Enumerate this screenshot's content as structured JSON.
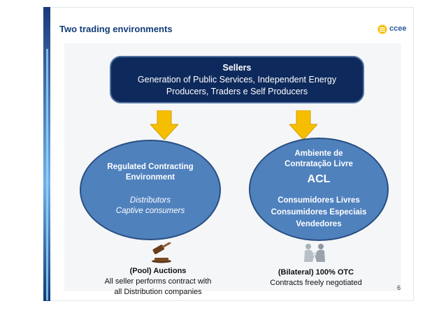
{
  "slide": {
    "title": "Two trading environments",
    "logo_text": "ccee",
    "page_number": "6"
  },
  "sellers": {
    "heading": "Sellers",
    "line1": "Generation of Public Services, Independent Energy",
    "line2": "Producers, Traders e Self Producers"
  },
  "regulated": {
    "title_line1": "Regulated Contracting",
    "title_line2": "Environment",
    "sub_line1": "Distributors",
    "sub_line2": "Captive consumers",
    "icon": "gavel-icon",
    "caption_title": "(Pool) Auctions",
    "caption_line1": "All seller performs contract with",
    "caption_line2": "all Distribution companies"
  },
  "free": {
    "title_line1": "Ambiente de",
    "title_line2": "Contratação Livre",
    "acronym": "ACL",
    "sub_line1": "Consumidores Livres",
    "sub_line2": "Consumidores Especiais",
    "sub_line3": "Vendedores",
    "icon": "handshake-icon",
    "caption_title": "(Bilateral) 100% OTC",
    "caption_line1": "Contracts freely negotiated"
  },
  "colors": {
    "title": "#123d79",
    "sellers_box": "#0e2a5c",
    "ellipse": "#4f81bd",
    "arrow": "#f6be00"
  }
}
